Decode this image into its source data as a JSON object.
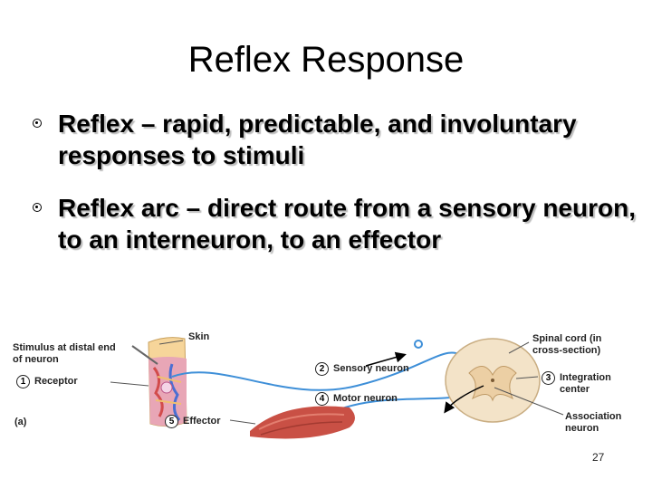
{
  "title": "Reflex Response",
  "bullets": [
    {
      "text": "Reflex – rapid, predictable, and involuntary responses to stimuli"
    },
    {
      "text": "Reflex arc – direct route from a sensory neuron, to an interneuron, to an effector"
    }
  ],
  "figure": {
    "stimulus_label": "Stimulus at distal end of neuron",
    "skin_label": "Skin",
    "spinal_cord_label": "Spinal cord (in cross-section)",
    "panel_label": "(a)",
    "steps": [
      {
        "num": "1",
        "label": "Receptor"
      },
      {
        "num": "2",
        "label": "Sensory neuron"
      },
      {
        "num": "3",
        "label": "Integration center"
      },
      {
        "num": "4",
        "label": "Motor neuron"
      },
      {
        "num": "5",
        "label": "Effector"
      }
    ],
    "association_label": "Association neuron"
  },
  "page_number": "27"
}
